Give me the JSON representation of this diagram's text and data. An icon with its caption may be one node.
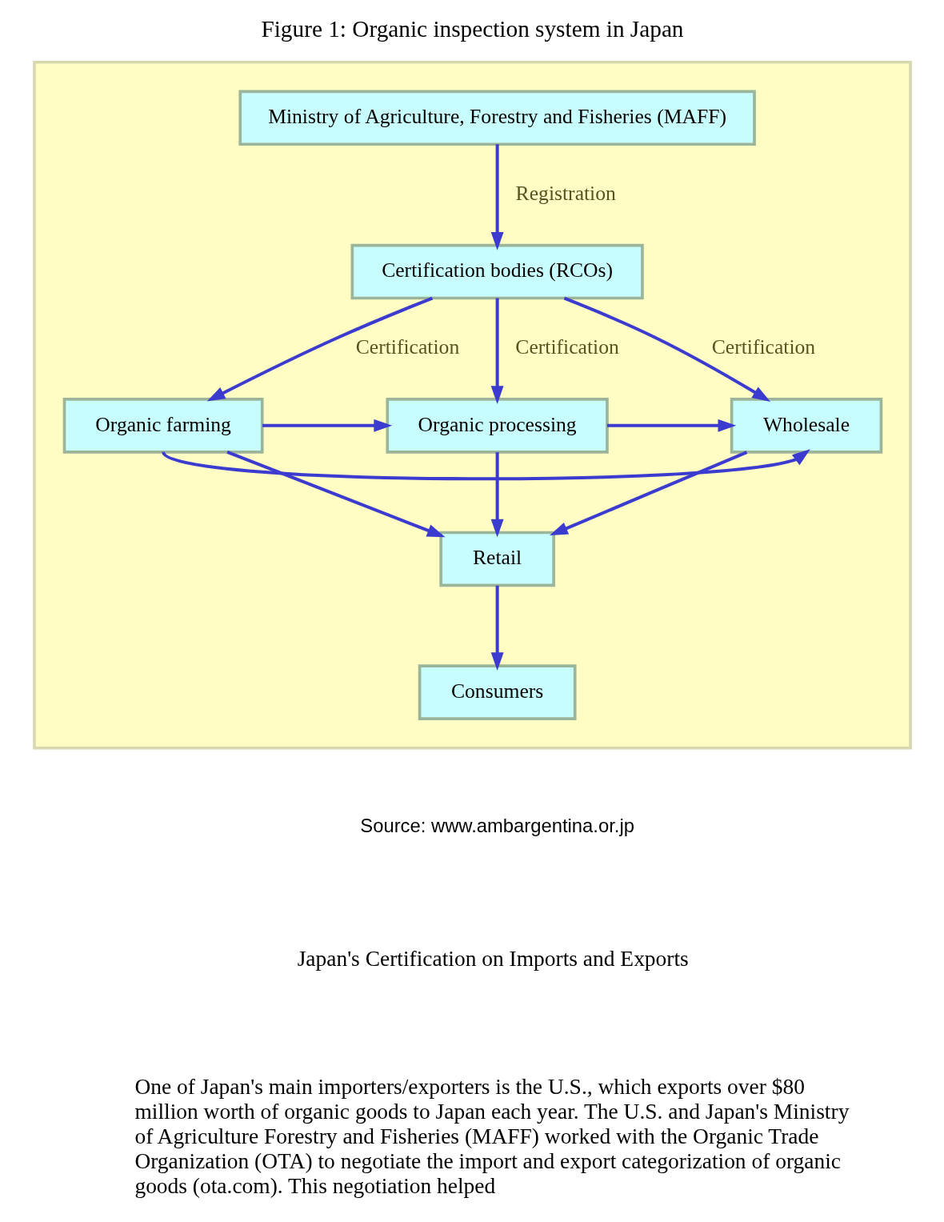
{
  "diagram": {
    "title": "Figure 1: Organic inspection system in Japan",
    "caption": "Source: www.ambargentina.or.jp",
    "nodes": [
      {
        "text": [],
        "shape": "box"
      },
      {
        "text": [
          "Ministry of Agriculture, Forestry and Fisheries (MAFF)"
        ],
        "in": 0
      },
      {
        "text": [
          "Certification bodies (RCOs)"
        ],
        "in": 0
      },
      {
        "text": [
          "Organic farming"
        ],
        "in": 0
      },
      {
        "text": [
          "Organic processing"
        ],
        "in": 0
      },
      {
        "text": [
          "Wholesale"
        ],
        "in": 0
      },
      {
        "text": [
          "Retail"
        ],
        "in": 0
      },
      {
        "text": [
          "Consumers"
        ],
        "in": 0
      }
    ],
    "edges": [
      {
        "from": 1,
        "to": 2,
        "arrow": "to",
        "label": "Registration"
      },
      {
        "from": 2,
        "to": 3,
        "arrow": "to",
        "label": "Certification"
      },
      {
        "from": 2,
        "to": 4,
        "arrow": "to",
        "label": "Certification"
      },
      {
        "from": 2,
        "to": 5,
        "arrow": "to",
        "label": "Certification"
      },
      {
        "from": 3,
        "to": 4,
        "arrow": "to"
      },
      {
        "from": 4,
        "to": 5,
        "arrow": "to"
      },
      {
        "from": 3,
        "to": 5,
        "arrow": "to"
      },
      {
        "from": 4,
        "to": 6,
        "arrow": "to"
      },
      {
        "from": 3,
        "to": 6,
        "arrow": "to"
      },
      {
        "from": 5,
        "to": 6,
        "arrow": "to"
      },
      {
        "from": 6,
        "to": 7,
        "arrow": "to"
      }
    ],
    "labels": [
      "Japan's Certification on Imports and Exports",
      "One of Japan's main importers/exporters is the U.S., which exports over $80 million worth of organic goods to Japan each year. The U.S. and Japan's Ministry of Agriculture Forestry and Fisheries (MAFF) worked with the Organic Trade Organization (OTA) to negotiate the import and export categorization of organic goods (ota.com). This negotiation helped"
    ]
  }
}
